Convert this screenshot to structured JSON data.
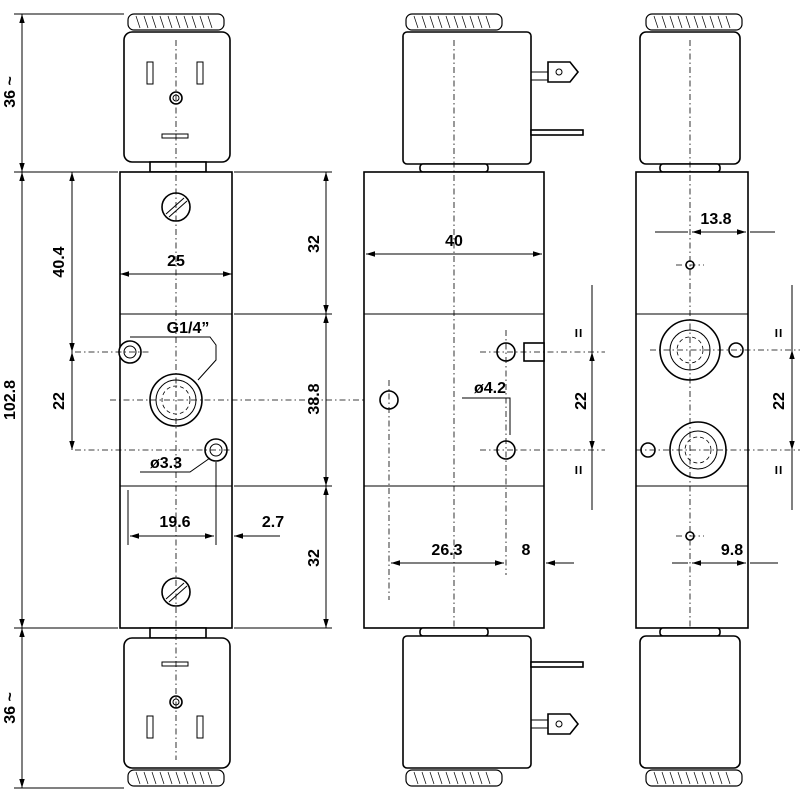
{
  "drawing": {
    "front": {
      "dim_top_coil": "36 ~",
      "dim_bottom_coil": "36 ~",
      "dim_total": "102.8",
      "dim_upper": "40.4",
      "dim_ports_pitch": "22",
      "dim_width": "25",
      "dim_upper_block": "32",
      "dim_mid_block": "38.8",
      "dim_lower_block": "32",
      "dim_thread": "G1/4”",
      "dim_hole": "ø3.3",
      "dim_hole_x": "19.6",
      "dim_hole_offset": "2.7"
    },
    "side": {
      "dim_width": "40",
      "dim_hole": "ø4.2",
      "dim_ports_pitch": "22",
      "dim_hole_x": "26.3",
      "dim_hole_offset": "8",
      "eq_top": "=",
      "eq_bottom": "="
    },
    "rear": {
      "dim_top": "13.8",
      "dim_bottom": "9.8",
      "dim_ports_pitch": "22",
      "eq_top": "=",
      "eq_bottom": "="
    }
  }
}
